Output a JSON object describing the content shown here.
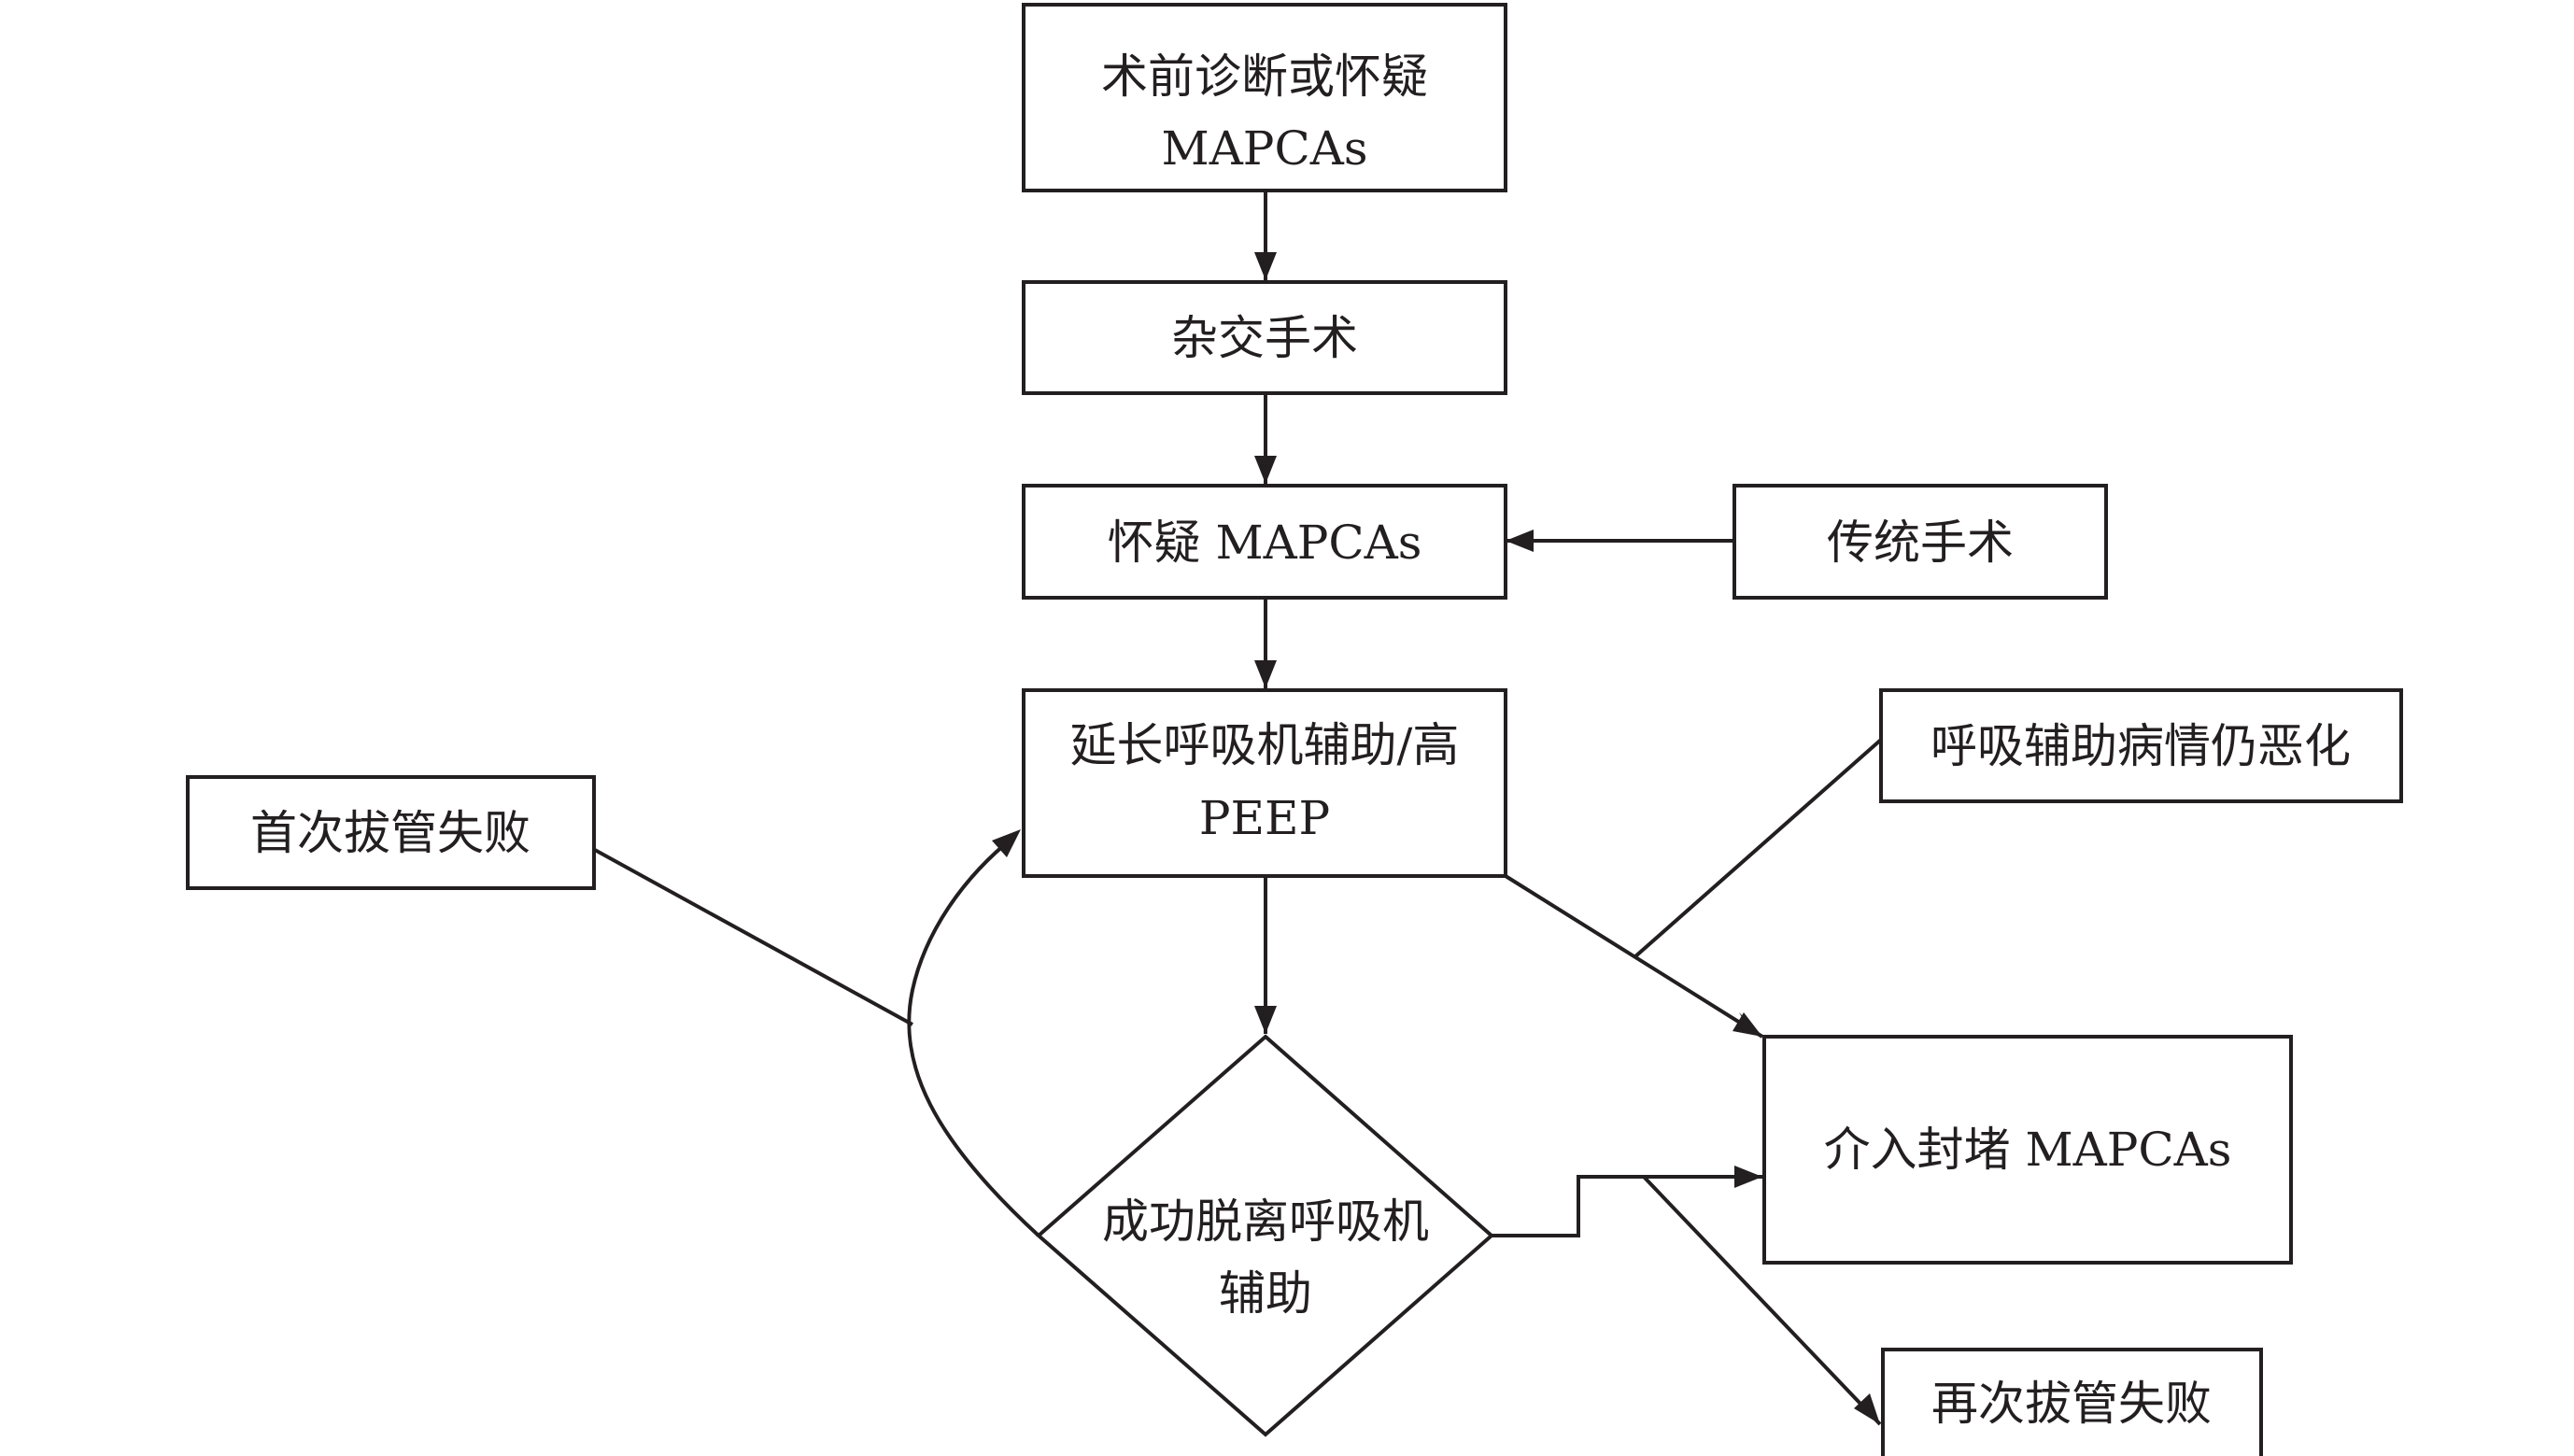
{
  "diagram": {
    "type": "flowchart",
    "colors": {
      "stroke": "#231f20",
      "background": "#ffffff"
    },
    "nodes": {
      "preop": {
        "lines": [
          "术前诊断或怀疑",
          "MAPCAs"
        ]
      },
      "hybrid": {
        "lines": [
          "杂交手术"
        ]
      },
      "suspect": {
        "lines": [
          "怀疑 MAPCAs"
        ]
      },
      "traditional": {
        "lines": [
          "传统手术"
        ]
      },
      "ventilation": {
        "lines": [
          "延长呼吸机辅助/高",
          "PEEP"
        ]
      },
      "worsening": {
        "lines": [
          "呼吸辅助病情仍恶化"
        ]
      },
      "first_fail": {
        "lines": [
          "首次拔管失败"
        ]
      },
      "wean": {
        "lines": [
          "成功脱离呼吸机",
          "辅助"
        ]
      },
      "intervention": {
        "lines": [
          "介入封堵 MAPCAs"
        ]
      },
      "second_fail": {
        "lines": [
          "再次拔管失败"
        ]
      }
    }
  }
}
